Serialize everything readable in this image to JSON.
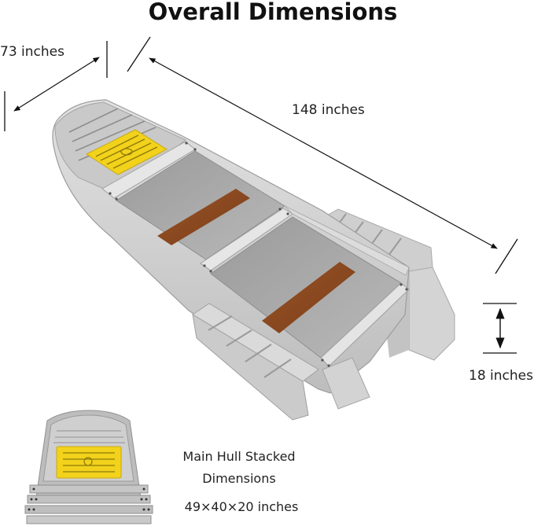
{
  "header": {
    "title": "Overall Dimensions"
  },
  "dimensions": {
    "width": {
      "value": 73,
      "unit": "inches",
      "label": "73 inches"
    },
    "length": {
      "value": 148,
      "unit": "inches",
      "label": "148 inches"
    },
    "height": {
      "value": 18,
      "unit": "inches",
      "label": "18 inches"
    }
  },
  "stacked": {
    "title_line1": "Main Hull Stacked",
    "title_line2": "Dimensions",
    "dims_label": "49×40×20 inches",
    "dims": {
      "length": 49,
      "width": 40,
      "height": 20,
      "unit": "inches"
    }
  },
  "colors": {
    "hull_gray": "#d2d2d2",
    "hull_dark": "#9e9e9e",
    "interior": "#a9a9a9",
    "seat_wood": "#8a4a22",
    "deck_yellow": "#f2d21b",
    "line": "#111111"
  }
}
